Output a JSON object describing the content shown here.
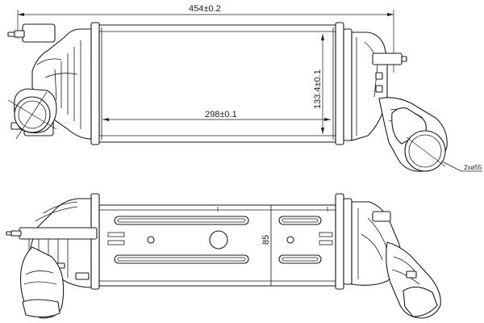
{
  "dimensions": {
    "overall_width": "454±0.2",
    "core_width": "298±0.1",
    "core_height": "133.4±0.1",
    "pipe_diameter": "2xø55",
    "side_depth": "85"
  }
}
